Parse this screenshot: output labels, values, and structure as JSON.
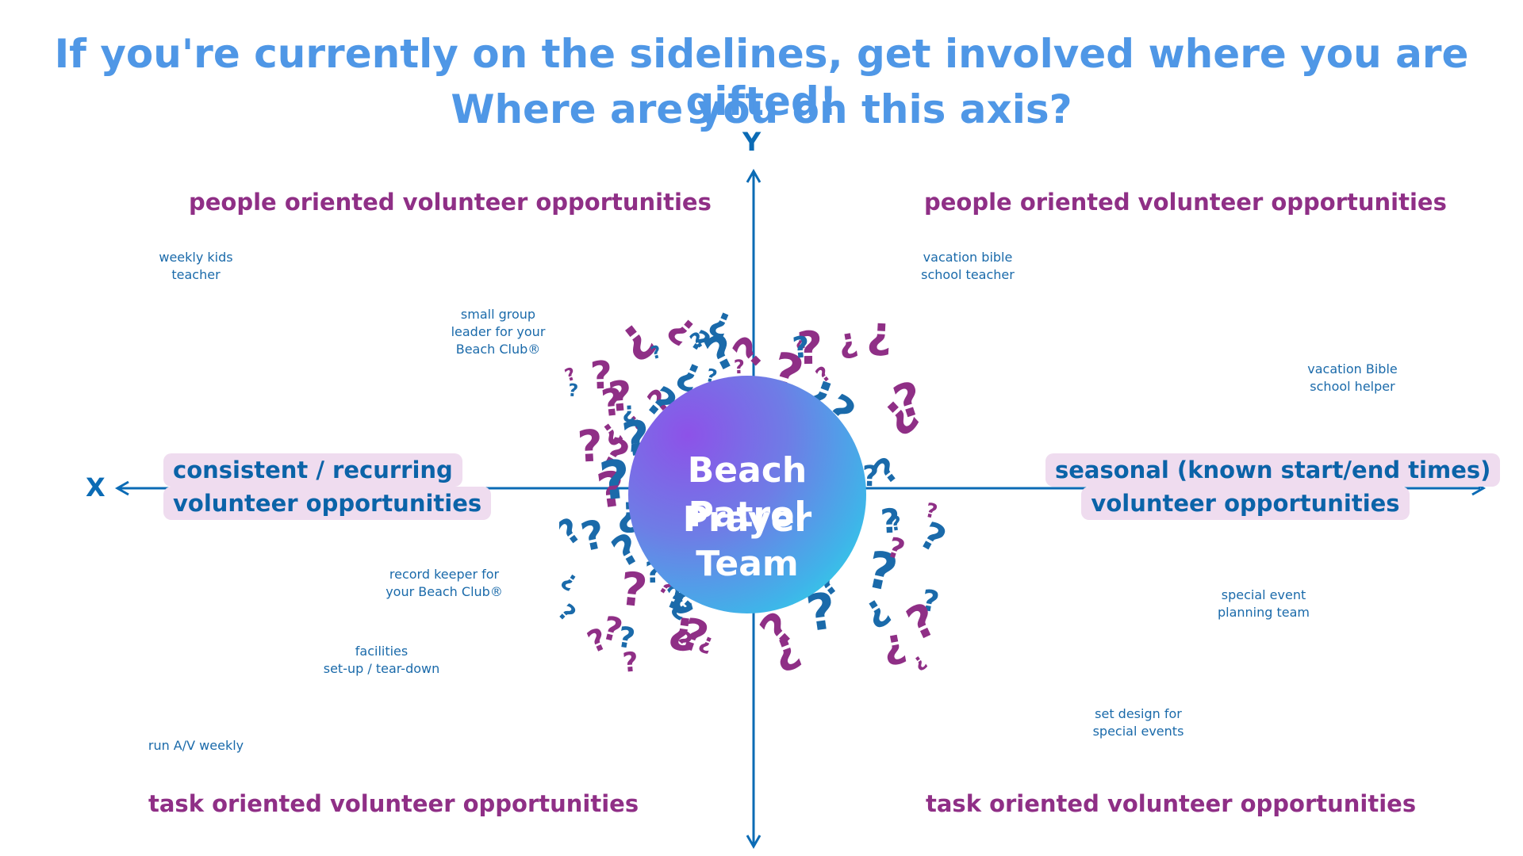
{
  "title": {
    "line1": "If you're currently on the sidelines, get involved where you are gifted!",
    "line2": "Where are you on this axis?"
  },
  "axes": {
    "x_label": "X",
    "y_label": "Y",
    "color": "#0b6bb5"
  },
  "quadrant_headings": {
    "top_left": "people oriented volunteer opportunities",
    "top_right": "people oriented volunteer opportunities",
    "bottom_left": "task oriented volunteer opportunities",
    "bottom_right": "task oriented volunteer opportunities"
  },
  "axis_ends": {
    "left": {
      "line1": "consistent / recurring",
      "line2": "volunteer opportunities"
    },
    "right": {
      "line1": "seasonal (known start/end times)",
      "line2": "volunteer opportunities"
    }
  },
  "center": {
    "line1": "Beach Patrol",
    "line2": "Prayer Team"
  },
  "items": {
    "weekly_kids_teacher": {
      "line1": "weekly kids",
      "line2": "teacher"
    },
    "small_group_leader": {
      "line1": "small group",
      "line2": "leader for your",
      "line3": "Beach Club®"
    },
    "vbs_teacher": {
      "line1": "vacation bible",
      "line2": "school teacher"
    },
    "vbs_helper": {
      "line1": "vacation Bible",
      "line2": "school helper"
    },
    "record_keeper": {
      "line1": "record keeper for",
      "line2": "your Beach Club®"
    },
    "facilities": {
      "line1": "facilities",
      "line2": "set-up / tear-down"
    },
    "run_av": {
      "line1": "run A/V weekly"
    },
    "special_event_planning": {
      "line1": "special event",
      "line2": "planning team"
    },
    "set_design": {
      "line1": "set design for",
      "line2": "special events"
    }
  },
  "colors": {
    "title": "#4f97e6",
    "heading": "#8f2f86",
    "axis_label": "#0b63a8",
    "pill_bg": "#efdcef",
    "item_text": "#1a6aaa",
    "question_purple": "#8f2f86",
    "question_blue": "#1a6aaa"
  },
  "icons": {
    "background_decoration": "question-mark-icon"
  }
}
